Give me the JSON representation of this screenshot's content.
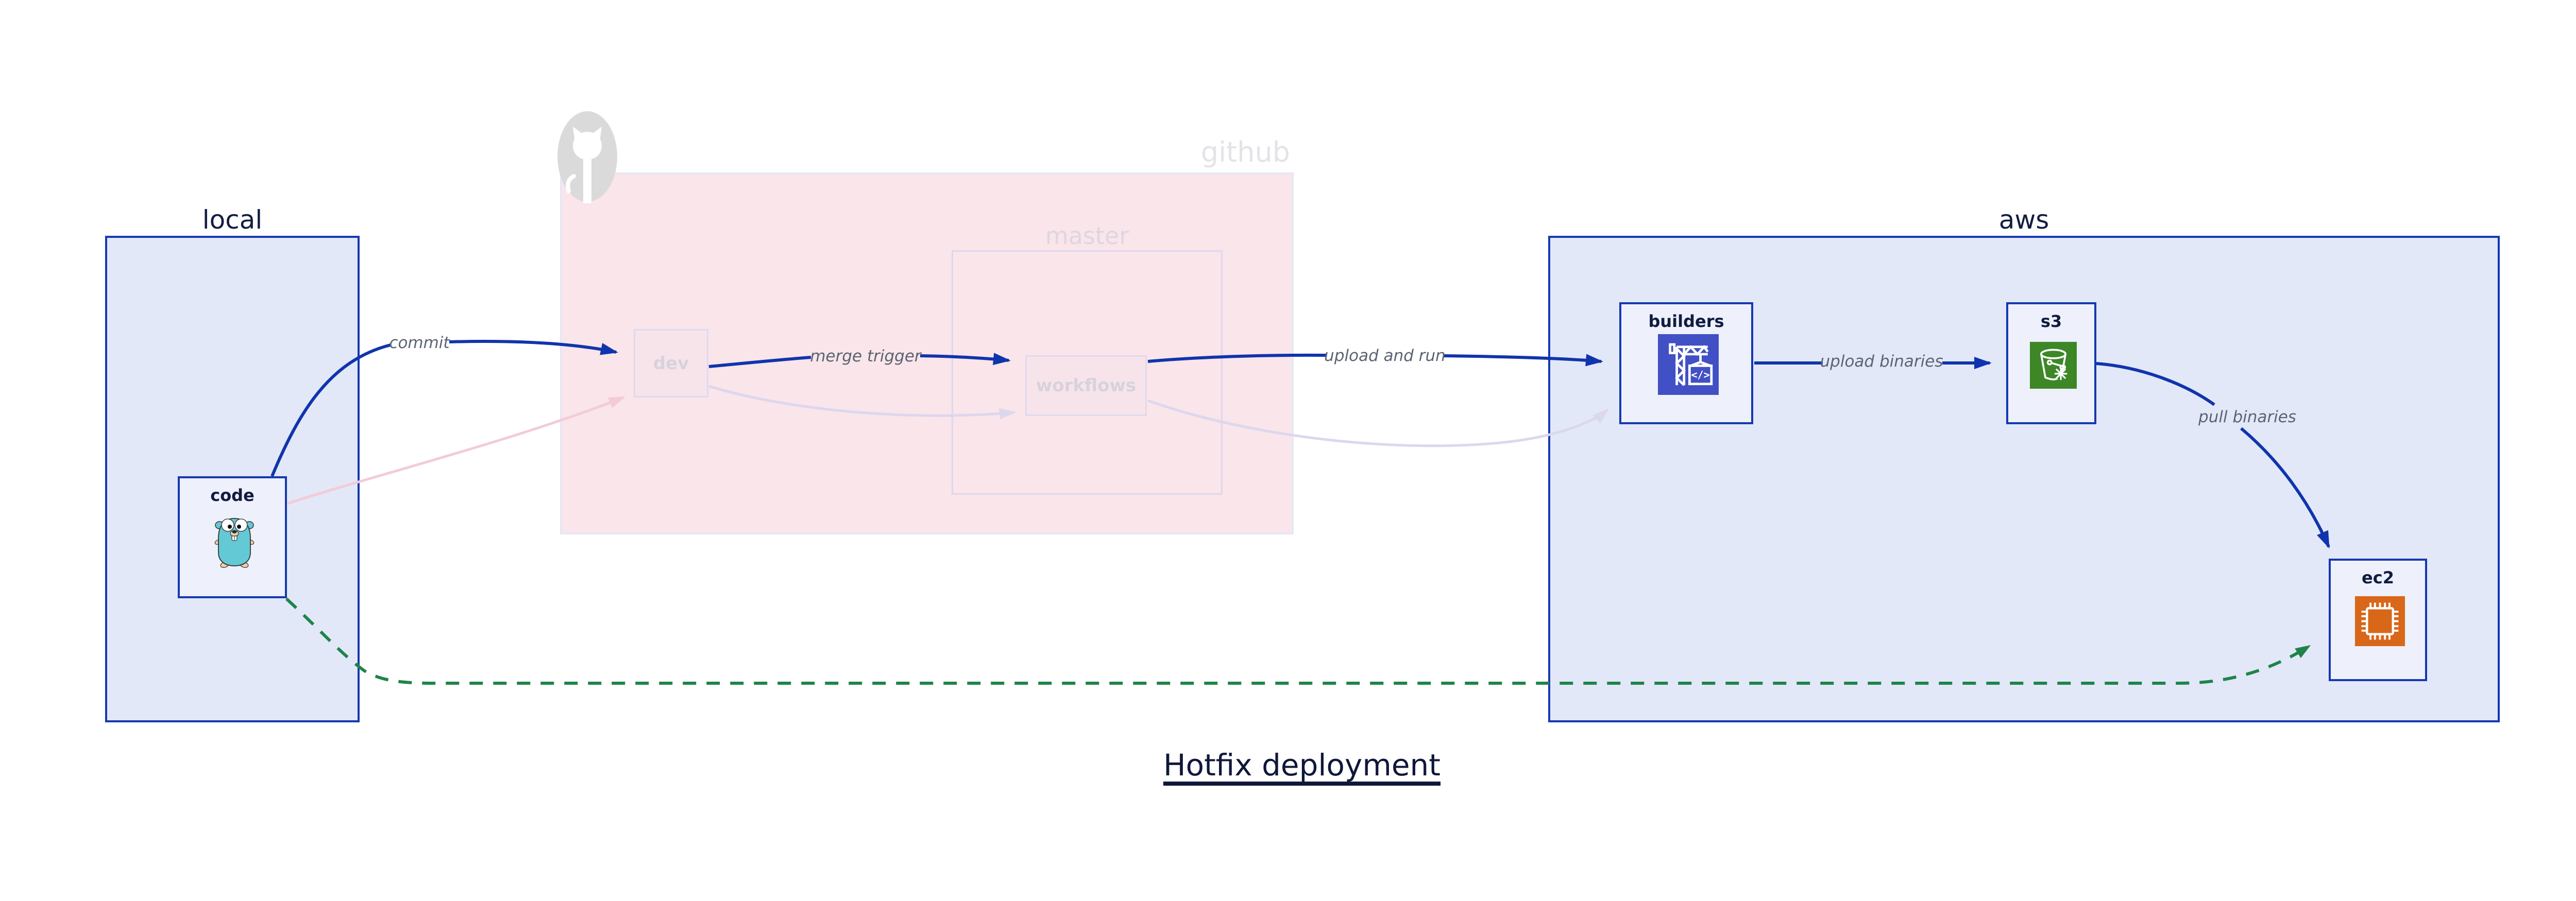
{
  "title": {
    "text": "Hotfix deployment"
  },
  "containers": {
    "local": {
      "label": "local"
    },
    "github": {
      "label": "github",
      "icon": "octocat-icon",
      "faded": true
    },
    "master": {
      "label": "master",
      "faded": true
    },
    "aws": {
      "label": "aws"
    }
  },
  "nodes": {
    "code": {
      "label": "code",
      "icon": "go-gopher-icon",
      "container": "local"
    },
    "dev": {
      "label": "dev",
      "container": "github",
      "faded": true
    },
    "workflows": {
      "label": "workflows",
      "container": "github.master",
      "faded": true
    },
    "builders": {
      "label": "builders",
      "icon": "codebuild-crane-icon",
      "container": "aws"
    },
    "s3": {
      "label": "s3",
      "icon": "s3-bucket-icon",
      "container": "aws"
    },
    "ec2": {
      "label": "ec2",
      "icon": "ec2-chip-icon",
      "container": "aws"
    }
  },
  "edges": {
    "commit": {
      "label": "commit",
      "from": "code",
      "to": "dev",
      "style": "solid-blue"
    },
    "merge_trigger": {
      "label": "merge trigger",
      "from": "dev",
      "to": "workflows",
      "style": "solid-blue"
    },
    "upload_and_run": {
      "label": "upload and run",
      "from": "workflows",
      "to": "builders",
      "style": "solid-blue"
    },
    "upload_binaries": {
      "label": "upload binaries",
      "from": "builders",
      "to": "s3",
      "style": "solid-blue"
    },
    "pull_binaries": {
      "label": "pull binaries",
      "from": "s3",
      "to": "ec2",
      "style": "solid-blue"
    },
    "hotfix_path": {
      "label": "",
      "from": "code",
      "to": "ec2",
      "style": "dashed-green"
    },
    "faded_code_dev": {
      "label": "",
      "from": "code",
      "to": "dev",
      "style": "faded-pink"
    },
    "faded_dev_workflows": {
      "label": "",
      "from": "dev",
      "to": "workflows",
      "style": "faded-lavender"
    },
    "faded_workflows_build": {
      "label": "",
      "from": "workflows",
      "to": "builders",
      "style": "faded-lavender"
    }
  },
  "colors": {
    "container_fill": "#e2e8f8",
    "container_border": "#1639b0",
    "node_fill": "#eef1fb",
    "edge_blue": "#1034ad",
    "edge_green_dashed": "#1e8449",
    "edge_faded_pink": "#f3cbd8",
    "edge_faded_lavender": "#dcd7ed",
    "github_fill": "#f9e5ea",
    "faded_border": "#e0d9ee",
    "faded_text": "#d8d2de",
    "edge_label_text": "#5b6472",
    "dark_text": "#101c40",
    "builders_icon_bg": "#4150c4",
    "s3_icon_bg": "#3d8727",
    "ec2_icon_bg": "#d9671a",
    "octocat_gray": "#dadada",
    "gopher_teal": "#63c9d4"
  }
}
